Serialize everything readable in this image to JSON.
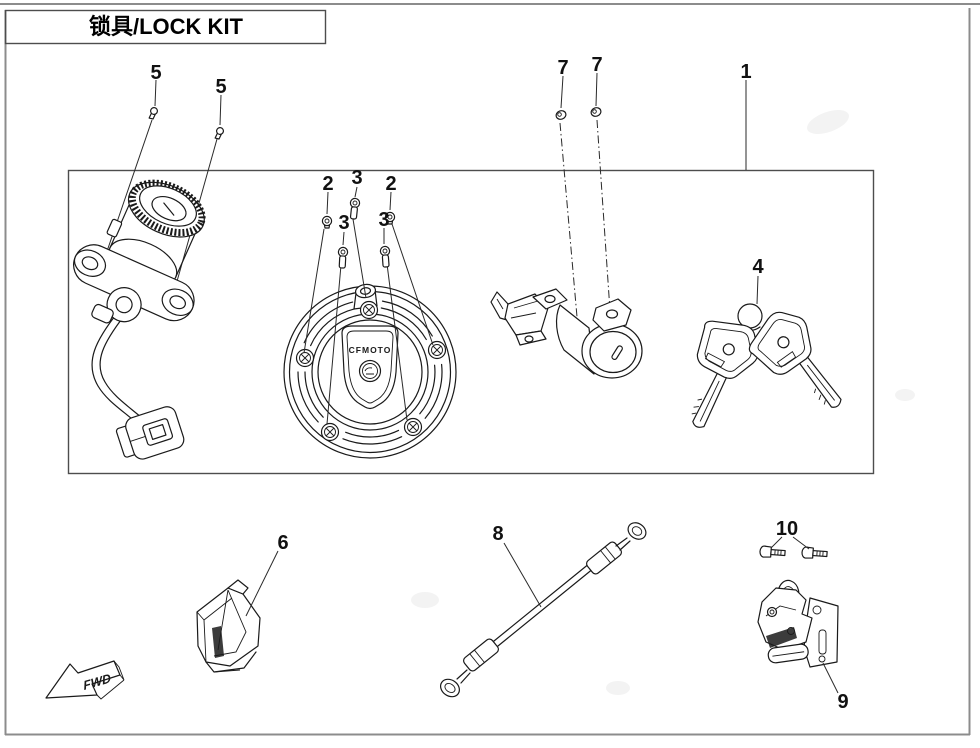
{
  "page": {
    "title": "锁具/LOCK KIT"
  },
  "diagram": {
    "fwd_label": "FWD",
    "fuel_cap": {
      "brand": "CFMOTO"
    },
    "callouts": {
      "c1": "1",
      "c2a": "2",
      "c2b": "2",
      "c3_top": "3",
      "c3_left": "3",
      "c3_right": "3",
      "c4": "4",
      "c5a": "5",
      "c5b": "5",
      "c6": "6",
      "c7a": "7",
      "c7b": "7",
      "c8": "8",
      "c9": "9",
      "c10": "10"
    }
  },
  "colors": {
    "line": "#1a1a1a",
    "frame": "#8c8c8c",
    "box_border": "#4d4d4d",
    "background": "#ffffff"
  }
}
